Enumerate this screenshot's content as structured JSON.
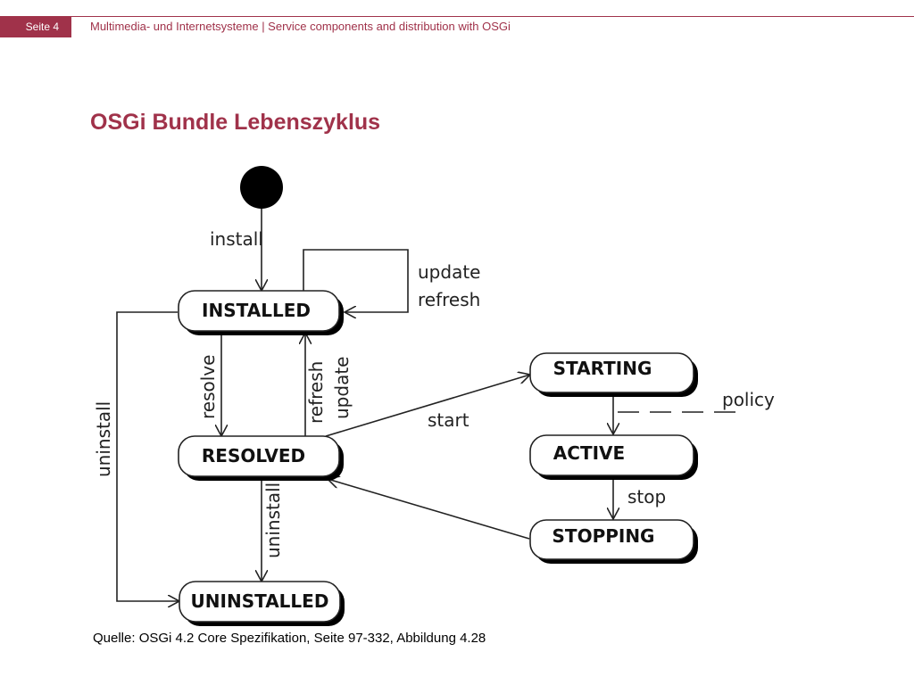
{
  "header": {
    "page_label": "Seite 4",
    "title": "Multimedia- und Internetsysteme | Service components and distribution with OSGi"
  },
  "slide": {
    "title": "OSGi Bundle Lebenszyklus"
  },
  "diagram": {
    "states": {
      "installed": "INSTALLED",
      "resolved": "RESOLVED",
      "uninstalled": "UNINSTALLED",
      "starting": "STARTING",
      "active": "ACTIVE",
      "stopping": "STOPPING"
    },
    "transitions": {
      "install": "install",
      "update": "update",
      "refresh": "refresh",
      "resolve": "resolve",
      "refresh_vertical": "refresh",
      "update_vertical": "update",
      "uninstall_left": "uninstall",
      "uninstall_center": "uninstall",
      "start": "start",
      "policy": "policy",
      "stop": "stop"
    }
  },
  "caption": "Quelle: OSGi 4.2 Core Spezifikation, Seite 97-332, Abbildung 4.28",
  "colors": {
    "accent": "#a0324a"
  }
}
